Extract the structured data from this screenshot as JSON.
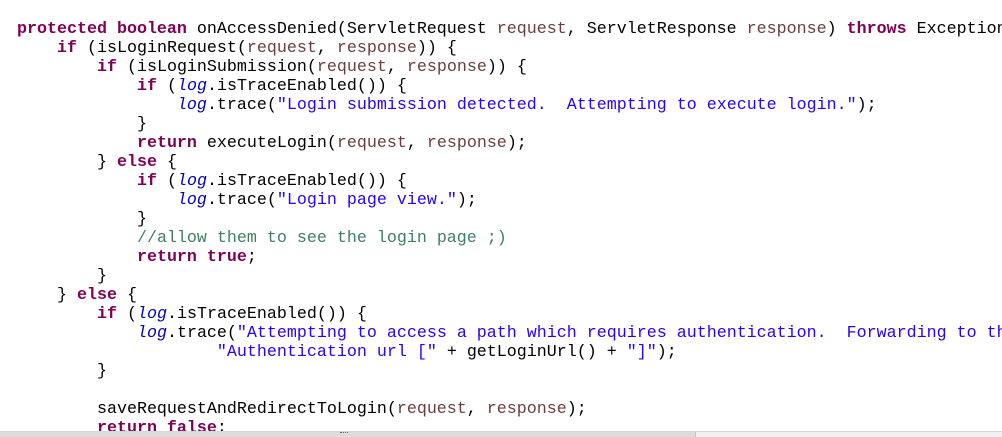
{
  "colors": {
    "keyword": "#7f0055",
    "param": "#6a3e3e",
    "string": "#2a00ff",
    "comment": "#3f7f5f",
    "field": "#0000c0"
  },
  "lines": [
    [
      [
        "kw",
        "protected boolean"
      ],
      [
        "t",
        " onAccessDenied(ServletRequest "
      ],
      [
        "param",
        "request"
      ],
      [
        "t",
        ", ServletResponse "
      ],
      [
        "param",
        "response"
      ],
      [
        "t",
        ") "
      ],
      [
        "kw",
        "throws"
      ],
      [
        "t",
        " Exception {"
      ]
    ],
    [
      [
        "t",
        "    "
      ],
      [
        "kw",
        "if"
      ],
      [
        "t",
        " (isLoginRequest("
      ],
      [
        "param",
        "request"
      ],
      [
        "t",
        ", "
      ],
      [
        "param",
        "response"
      ],
      [
        "t",
        ")) {"
      ]
    ],
    [
      [
        "t",
        "        "
      ],
      [
        "kw",
        "if"
      ],
      [
        "t",
        " (isLoginSubmission("
      ],
      [
        "param",
        "request"
      ],
      [
        "t",
        ", "
      ],
      [
        "param",
        "response"
      ],
      [
        "t",
        ")) {"
      ]
    ],
    [
      [
        "t",
        "            "
      ],
      [
        "kw",
        "if"
      ],
      [
        "t",
        " ("
      ],
      [
        "fld",
        "log"
      ],
      [
        "t",
        ".isTraceEnabled()) {"
      ]
    ],
    [
      [
        "t",
        "                "
      ],
      [
        "fld",
        "log"
      ],
      [
        "t",
        ".trace("
      ],
      [
        "str",
        "\"Login submission detected.  Attempting to execute login.\""
      ],
      [
        "t",
        ");"
      ]
    ],
    [
      [
        "t",
        "            }"
      ]
    ],
    [
      [
        "t",
        "            "
      ],
      [
        "kw",
        "return"
      ],
      [
        "t",
        " executeLogin("
      ],
      [
        "param",
        "request"
      ],
      [
        "t",
        ", "
      ],
      [
        "param",
        "response"
      ],
      [
        "t",
        ");"
      ]
    ],
    [
      [
        "t",
        "        } "
      ],
      [
        "kw",
        "else"
      ],
      [
        "t",
        " {"
      ]
    ],
    [
      [
        "t",
        "            "
      ],
      [
        "kw",
        "if"
      ],
      [
        "t",
        " ("
      ],
      [
        "fld",
        "log"
      ],
      [
        "t",
        ".isTraceEnabled()) {"
      ]
    ],
    [
      [
        "t",
        "                "
      ],
      [
        "fld",
        "log"
      ],
      [
        "t",
        ".trace("
      ],
      [
        "str",
        "\"Login page view.\""
      ],
      [
        "t",
        ");"
      ]
    ],
    [
      [
        "t",
        "            }"
      ]
    ],
    [
      [
        "t",
        "            "
      ],
      [
        "cm",
        "//allow them to see the login page ;)"
      ]
    ],
    [
      [
        "t",
        "            "
      ],
      [
        "kw",
        "return true"
      ],
      [
        "t",
        ";"
      ]
    ],
    [
      [
        "t",
        "        }"
      ]
    ],
    [
      [
        "t",
        "    } "
      ],
      [
        "kw",
        "else"
      ],
      [
        "t",
        " {"
      ]
    ],
    [
      [
        "t",
        "        "
      ],
      [
        "kw",
        "if"
      ],
      [
        "t",
        " ("
      ],
      [
        "fld",
        "log"
      ],
      [
        "t",
        ".isTraceEnabled()) {"
      ]
    ],
    [
      [
        "t",
        "            "
      ],
      [
        "fld",
        "log"
      ],
      [
        "t",
        ".trace("
      ],
      [
        "str",
        "\"Attempting to access a path which requires authentication.  Forwarding to the \""
      ],
      [
        "t",
        " +"
      ]
    ],
    [
      [
        "t",
        "                    "
      ],
      [
        "str",
        "\"Authentication url [\""
      ],
      [
        "t",
        " + getLoginUrl() + "
      ],
      [
        "str",
        "\"]\""
      ],
      [
        "t",
        ");"
      ]
    ],
    [
      [
        "t",
        "        }"
      ]
    ],
    [
      [
        "t",
        ""
      ]
    ],
    [
      [
        "t",
        "        saveRequestAndRedirectToLogin("
      ],
      [
        "param",
        "request"
      ],
      [
        "t",
        ", "
      ],
      [
        "param",
        "response"
      ],
      [
        "t",
        ");"
      ]
    ],
    [
      [
        "t",
        "        "
      ],
      [
        "kw",
        "return false"
      ],
      [
        "t",
        ";"
      ]
    ]
  ]
}
